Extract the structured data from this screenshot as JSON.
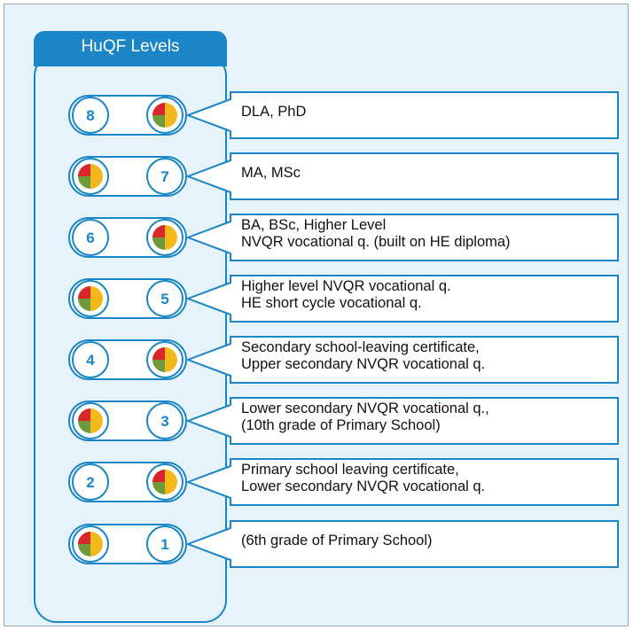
{
  "header": {
    "title": "HuQF Levels"
  },
  "colors": {
    "accent": "#1a85c7",
    "background": "#e7f3fb",
    "badge_red": "#d9262c",
    "badge_yellow": "#f2b81c",
    "badge_green": "#6f9a3c"
  },
  "levels": [
    {
      "number": "8",
      "lines": [
        "DLA, PhD"
      ]
    },
    {
      "number": "7",
      "lines": [
        "MA, MSc"
      ]
    },
    {
      "number": "6",
      "lines": [
        "BA, BSc, Higher Level",
        "NVQR vocational q. (built on HE diploma)"
      ]
    },
    {
      "number": "5",
      "lines": [
        "Higher level NVQR vocational q.",
        "HE short cycle vocational q."
      ]
    },
    {
      "number": "4",
      "lines": [
        "Secondary school-leaving certificate,",
        "Upper secondary NVQR vocational q."
      ]
    },
    {
      "number": "3",
      "lines": [
        "Lower secondary NVQR vocational q.,",
        "(10th grade of Primary School)"
      ]
    },
    {
      "number": "2",
      "lines": [
        "Primary school leaving certificate,",
        "Lower secondary NVQR vocational q."
      ]
    },
    {
      "number": "1",
      "lines": [
        "(6th grade of Primary School)"
      ]
    }
  ]
}
